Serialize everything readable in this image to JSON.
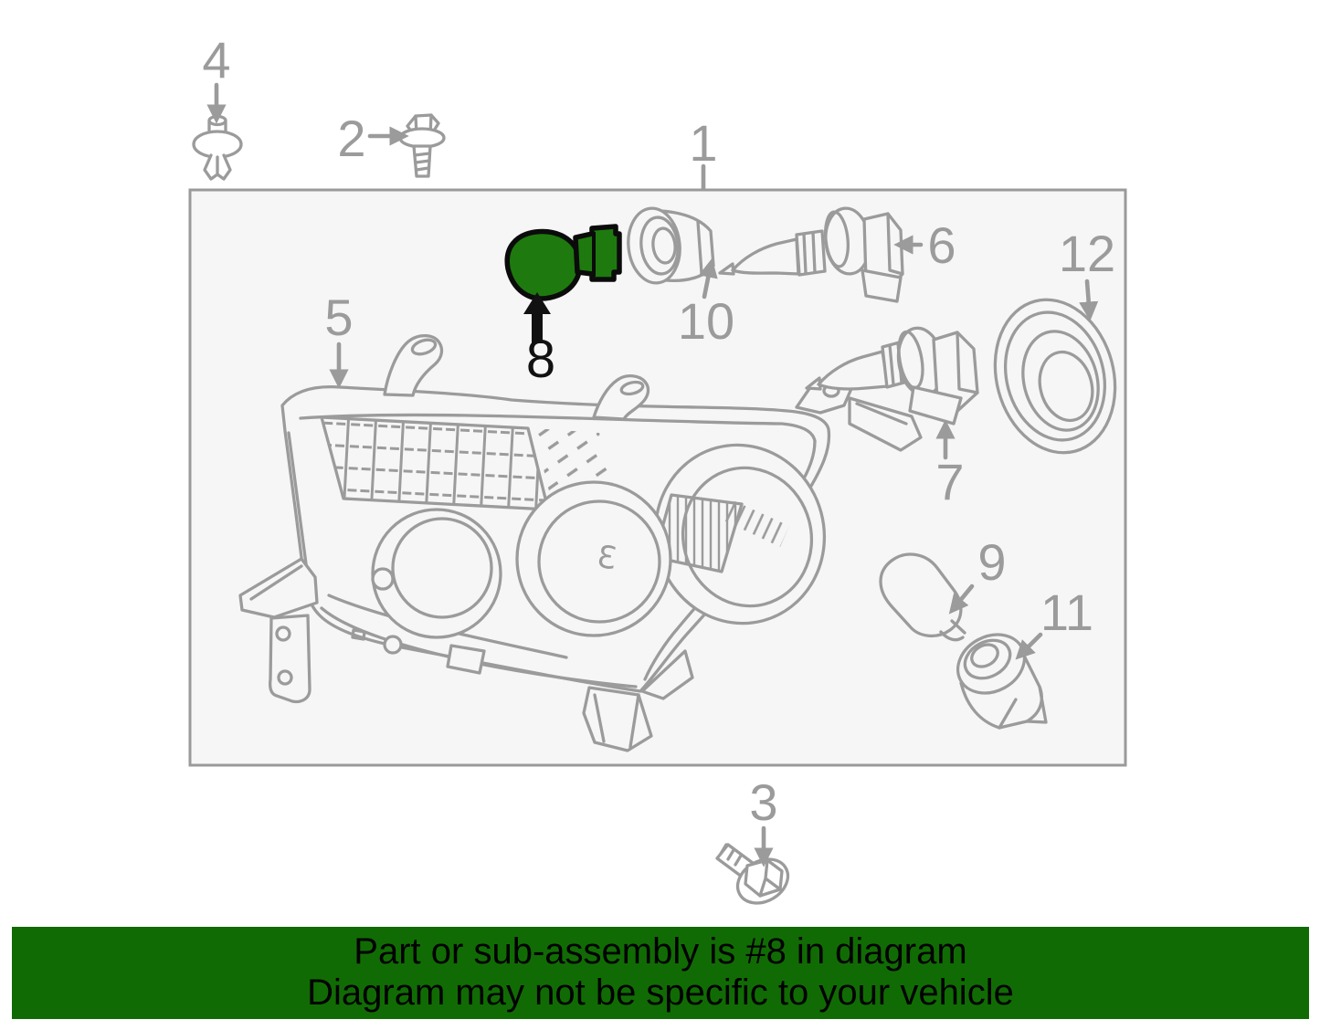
{
  "diagram": {
    "selected_part": "8",
    "box": {
      "fill": "#f6f6f6",
      "border": "#9a9a9a"
    },
    "art": {
      "line_color": "#9b9b9b",
      "highlight_fill": "#1e7a0e",
      "highlight_outline": "#0b0b0b",
      "reflector_mark": "Ɛ"
    },
    "labels": {
      "p1": "1",
      "p2": "2",
      "p3": "3",
      "p4": "4",
      "p5": "5",
      "p6": "6",
      "p7": "7",
      "p8": "8",
      "p9": "9",
      "p10": "10",
      "p11": "11",
      "p12": "12"
    }
  },
  "banner": {
    "background": "#116b04",
    "text_color": "#000000",
    "line1": "Part or sub-assembly is #8 in diagram",
    "line2": "Diagram may not be specific to your vehicle"
  }
}
